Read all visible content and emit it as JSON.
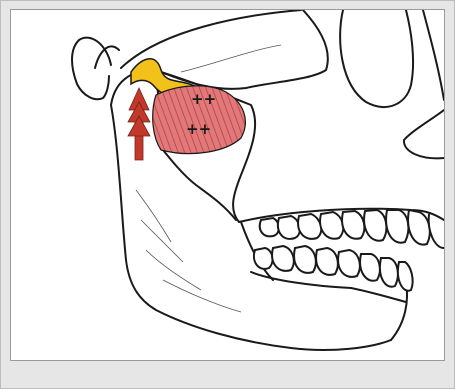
{
  "figure": {
    "markers": {
      "upper_marks": "++",
      "lower_marks": "++"
    },
    "colors": {
      "muscle_fill": "#e07a7a",
      "muscle_stripe": "#b83a3a",
      "disc_fill": "#f2c21a",
      "arrow_fill": "#c0392b",
      "bone_outline": "#1a1a1a",
      "panel_background": "#ffffff",
      "frame_background": "#e6e6e6"
    },
    "icons": [
      "skull-outline",
      "condyle",
      "articular-disc",
      "lateral-pterygoid-muscle",
      "upward-arrows",
      "teeth"
    ]
  }
}
